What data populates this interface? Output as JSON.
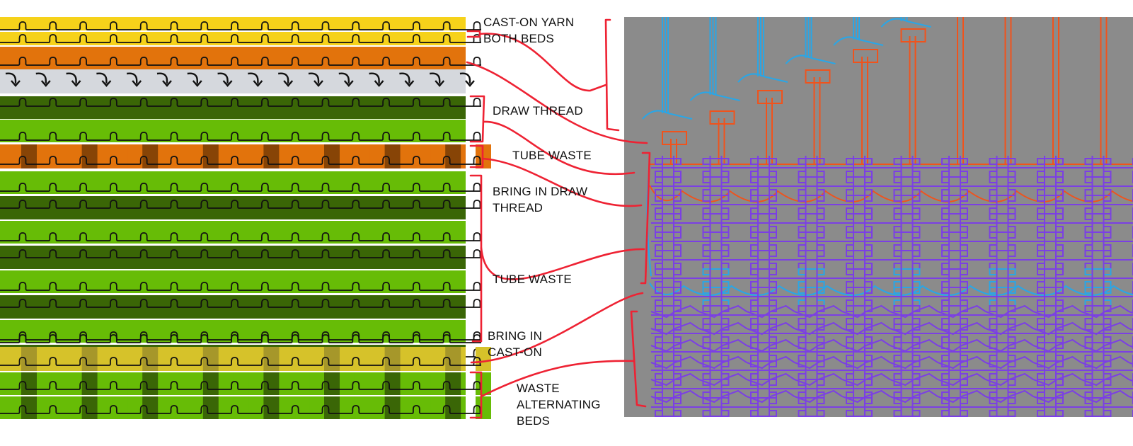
{
  "labels": {
    "cast_on_yarn": {
      "line1": "CAST-ON YARN",
      "line2": "BOTH BEDS"
    },
    "draw_thread": "DRAW THREAD",
    "tube_waste_top": "TUBE WASTE",
    "bring_in_draw_thread": {
      "line1": "BRING IN DRAW",
      "line2": "THREAD"
    },
    "tube_waste_bottom": "TUBE WASTE",
    "bring_in_cast_on": {
      "line1": "BRING IN",
      "line2": "CAST-ON"
    },
    "waste_alternating_beds": {
      "line1": "WASTE",
      "line2": "ALTERNATING",
      "line3": "BEDS"
    }
  },
  "colors": {
    "cast_on_yellow": "#f6d21a",
    "orange": "#e2730c",
    "orange_dark": "#874406",
    "grey_row": "#d5d8dd",
    "green_dark": "#3a6606",
    "green_light": "#67bc06",
    "yellow_muted": "#d6c22a",
    "yellow_olive": "#a6972a",
    "annotation_red": "#ee2233",
    "sim_background": "#8b8b8b",
    "sim_blue": "#2aa6e6",
    "sim_orange": "#f0531c",
    "sim_purple": "#7b3fe4"
  },
  "icons": {
    "loop": "loop-stitch-icon",
    "arrow": "transfer-arrow-icon"
  }
}
